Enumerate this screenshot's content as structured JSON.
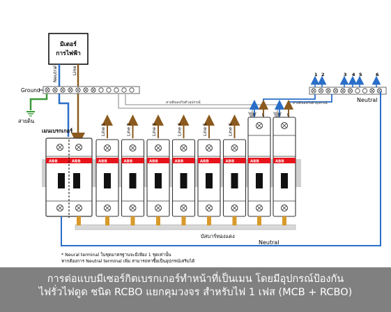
{
  "meter": {
    "line1": "มิเตอร์",
    "line2": "การไฟฟ้า"
  },
  "labels": {
    "neutral_wire": "Neutral",
    "line_wire": "Line",
    "ground": "Ground",
    "earth": "สายดิน",
    "main_breaker": "เมนเบรกเกอร์",
    "neutral_bar": "Neutral",
    "neutral_return": "Neutral",
    "busbar": "บัสบาร์ทองแดง",
    "ground_to_device": "สายดินลงกับตัวอุปกรณ์",
    "ground_to_device_2": "สายดินลงกับตัวอุปกรณ์"
  },
  "breakers": {
    "brand": "ABB",
    "lines": [
      "Line 1",
      "Line 2",
      "Line 3",
      "Line 4",
      "Line 5",
      "Line 6"
    ]
  },
  "rcbo_terminals": [
    "N",
    "L",
    "N",
    "L"
  ],
  "circuit_numbers": [
    "1",
    "2",
    "3",
    "4",
    "5",
    "6"
  ],
  "notes": {
    "line1": "* Neural terminal ในชุดมาตรฐานจะมีเพียง 1 ชุดเท่านั้น",
    "line2": "หากต้องการ Neutral terminal เพิ่ม สามารถหาซื้อเป็นอุปกรณ์เสริมได้"
  },
  "caption": {
    "line1": "การต่อแบบมีเซอร์กิตเบรกเกอร์ทำหน้าที่เป็นเมน โดยมีอุปกรณ์ป้องกัน",
    "line2": "ไฟรั่วไฟดูด ชนิด RCBO แยกคุมวงจร สำหรับไฟ 1 เฟส (MCB + RCBO)"
  },
  "colors": {
    "ground_wire": "#3a9a3a",
    "line_wire": "#8b5a1e",
    "neutral_wire": "#2a6ec8",
    "busbar": "#d89a2a",
    "abb_red": "#e8141c",
    "caption_bg": "#808080"
  }
}
